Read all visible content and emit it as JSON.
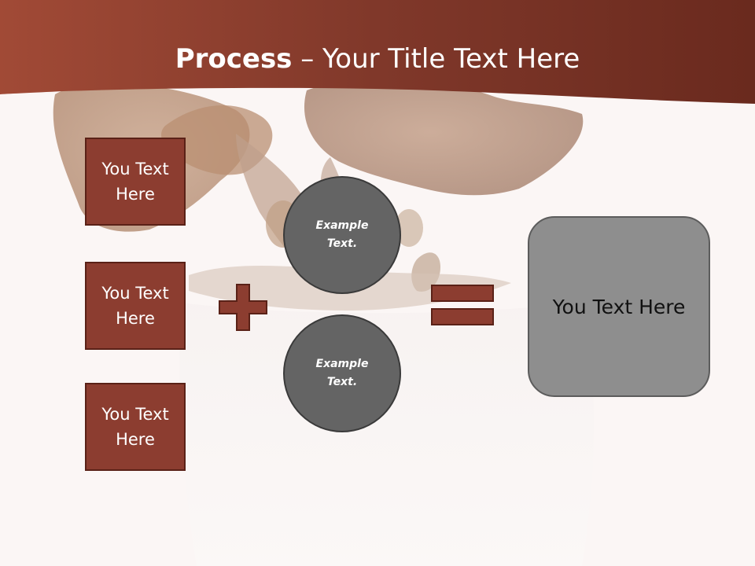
{
  "title": {
    "bold": "Process",
    "rest": " – Your Title Text Here"
  },
  "boxes": [
    {
      "label": "You Text Here"
    },
    {
      "label": "You Text Here"
    },
    {
      "label": "You Text Here"
    }
  ],
  "circles": [
    {
      "label": "Example Text."
    },
    {
      "label": "Example Text."
    }
  ],
  "result": {
    "label": "You Text Here"
  },
  "colors": {
    "header": "#7d3526",
    "box_fill": "#8c3d30",
    "box_border": "#5a2117",
    "circle_fill": "#646464",
    "result_fill": "#8e8e8e",
    "operator": "#8c3d30"
  },
  "icons": [
    "plus-icon",
    "equals-icon"
  ]
}
